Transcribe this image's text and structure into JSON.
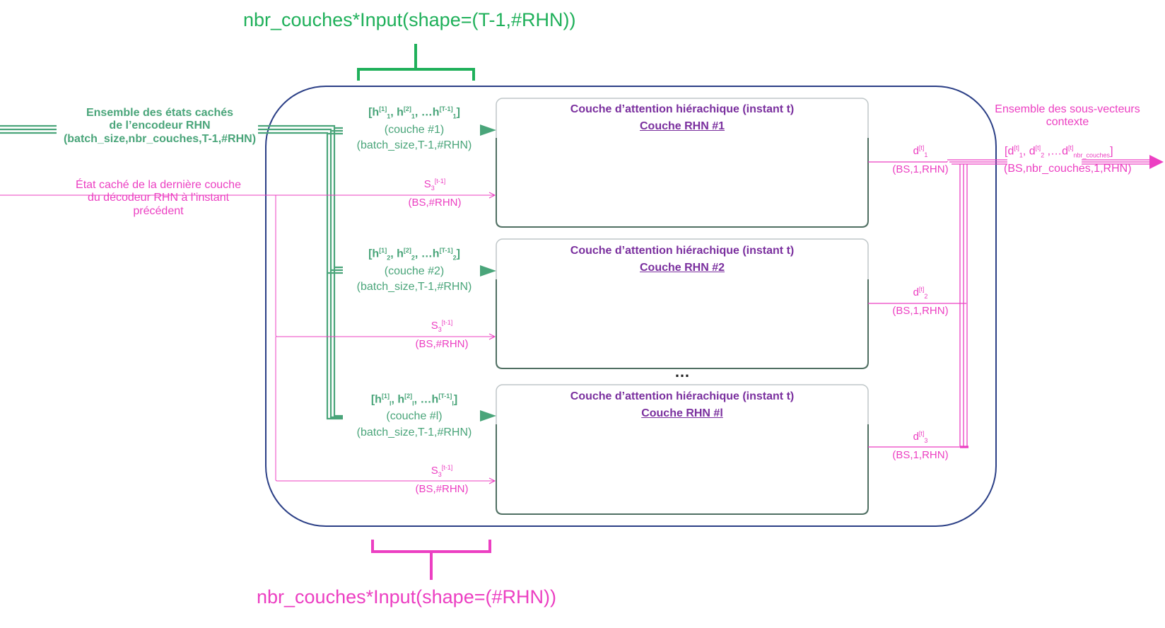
{
  "top_label": "nbr_couches*Input(shape=(T-1,#RHN))",
  "bottom_label": "nbr_couches*Input(shape=(#RHN))",
  "left_encoder": {
    "line1": "Ensemble des états cachés",
    "line2": "de l’encodeur RHN",
    "line3": "(batch_size,nbr_couches,T-1,#RHN)"
  },
  "left_decoder": {
    "line1": "État caché de la dernière couche",
    "line2": "du décodeur RHN à l’instant",
    "line3": "précédent"
  },
  "right_context": {
    "line1": "Ensemble des sous-vecteurs",
    "line2": "contexte",
    "output_prefix": "[d",
    "output_shape": "(BS,nbr_couches,1,RHN)"
  },
  "ellipsis": "…",
  "blocks": [
    {
      "title": "Couche d’attention hiérachique (instant t)",
      "subtitle": "Couche RHN #1",
      "h_text": "[h[1]1, h[2]1, …h[T-1]1]",
      "h_couche": "(couche #1)",
      "h_shape": "(batch_size,T-1,#RHN)",
      "s_label": "S3[t-1]",
      "s_shape": "(BS,#RHN)",
      "d_label": "d[t]1",
      "d_shape": "(BS,1,RHN)"
    },
    {
      "title": "Couche d’attention hiérachique (instant t)",
      "subtitle": "Couche RHN #2",
      "h_text": "[h[1]2, h[2]2, …h[T-1]2]",
      "h_couche": "(couche #2)",
      "h_shape": "(batch_size,T-1,#RHN)",
      "s_label": "S3[t-1]",
      "s_shape": "(BS,#RHN)",
      "d_label": "d[t]2",
      "d_shape": "(BS,1,RHN)"
    },
    {
      "title": "Couche d’attention hiérachique (instant t)",
      "subtitle": "Couche RHN #l",
      "h_text": "[h[1]l, h[2]l, …h[T-1]l]",
      "h_couche": "(couche #l)",
      "h_shape": "(batch_size,T-1,#RHN)",
      "s_label": "S3[t-1]",
      "s_shape": "(BS,#RHN)",
      "d_label": "d[t]3",
      "d_shape": "(BS,1,RHN)"
    }
  ],
  "colors": {
    "green": "#4aa57a",
    "bright_green": "#1fb05a",
    "pink": "#ec3fc2",
    "purple": "#7a2f9e",
    "navy": "#2b3f86"
  }
}
